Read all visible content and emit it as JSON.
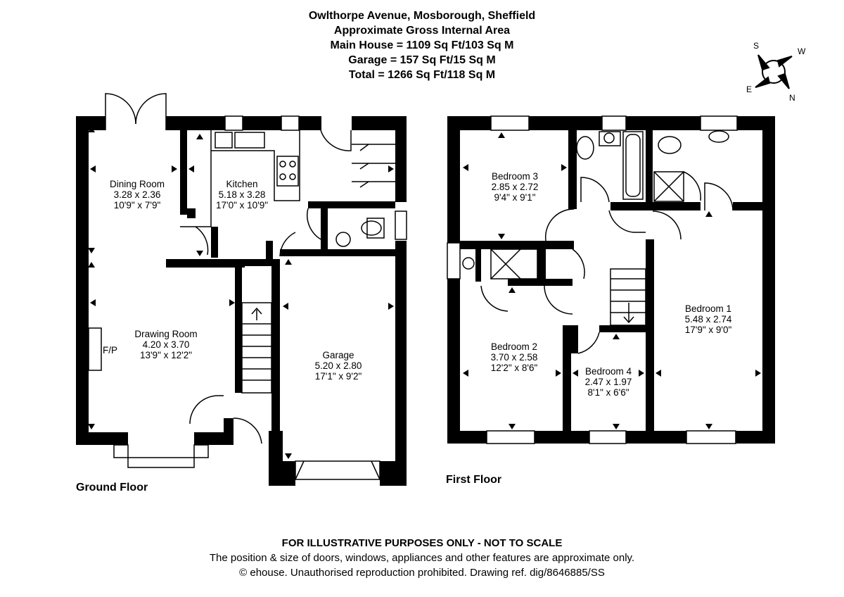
{
  "header": {
    "address": "Owlthorpe Avenue, Mosborough, Sheffield",
    "subtitle": "Approximate Gross Internal Area",
    "main_house": "Main House = 1109 Sq Ft/103 Sq M",
    "garage": "Garage = 157 Sq Ft/15 Sq M",
    "total": "Total = 1266 Sq Ft/118 Sq M"
  },
  "compass": {
    "s": "S",
    "w": "W",
    "e": "E",
    "n": "N"
  },
  "ground_floor": {
    "label": "Ground Floor",
    "fireplace": "F/P",
    "rooms": {
      "dining": {
        "name": "Dining Room",
        "metric": "3.28 x 2.36",
        "imperial": "10'9\" x 7'9\""
      },
      "kitchen": {
        "name": "Kitchen",
        "metric": "5.18 x 3.28",
        "imperial": "17'0\" x 10'9\""
      },
      "drawing": {
        "name": "Drawing Room",
        "metric": "4.20 x 3.70",
        "imperial": "13'9\" x 12'2\""
      },
      "garage": {
        "name": "Garage",
        "metric": "5.20 x 2.80",
        "imperial": "17'1\" x 9'2\""
      }
    }
  },
  "first_floor": {
    "label": "First Floor",
    "rooms": {
      "bed3": {
        "name": "Bedroom 3",
        "metric": "2.85 x 2.72",
        "imperial": "9'4\" x 9'1\""
      },
      "bed2": {
        "name": "Bedroom 2",
        "metric": "3.70 x 2.58",
        "imperial": "12'2\" x 8'6\""
      },
      "bed4": {
        "name": "Bedroom 4",
        "metric": "2.47 x 1.97",
        "imperial": "8'1\" x 6'6\""
      },
      "bed1": {
        "name": "Bedroom 1",
        "metric": "5.48 x 2.74",
        "imperial": "17'9\" x 9'0\""
      }
    }
  },
  "footer": {
    "disclaimer": "FOR ILLUSTRATIVE PURPOSES ONLY - NOT TO SCALE",
    "note": "The position & size of doors, windows, appliances and other features are approximate only.",
    "copyright": "© ehouse. Unauthorised reproduction prohibited. Drawing ref. dig/8646885/SS"
  }
}
